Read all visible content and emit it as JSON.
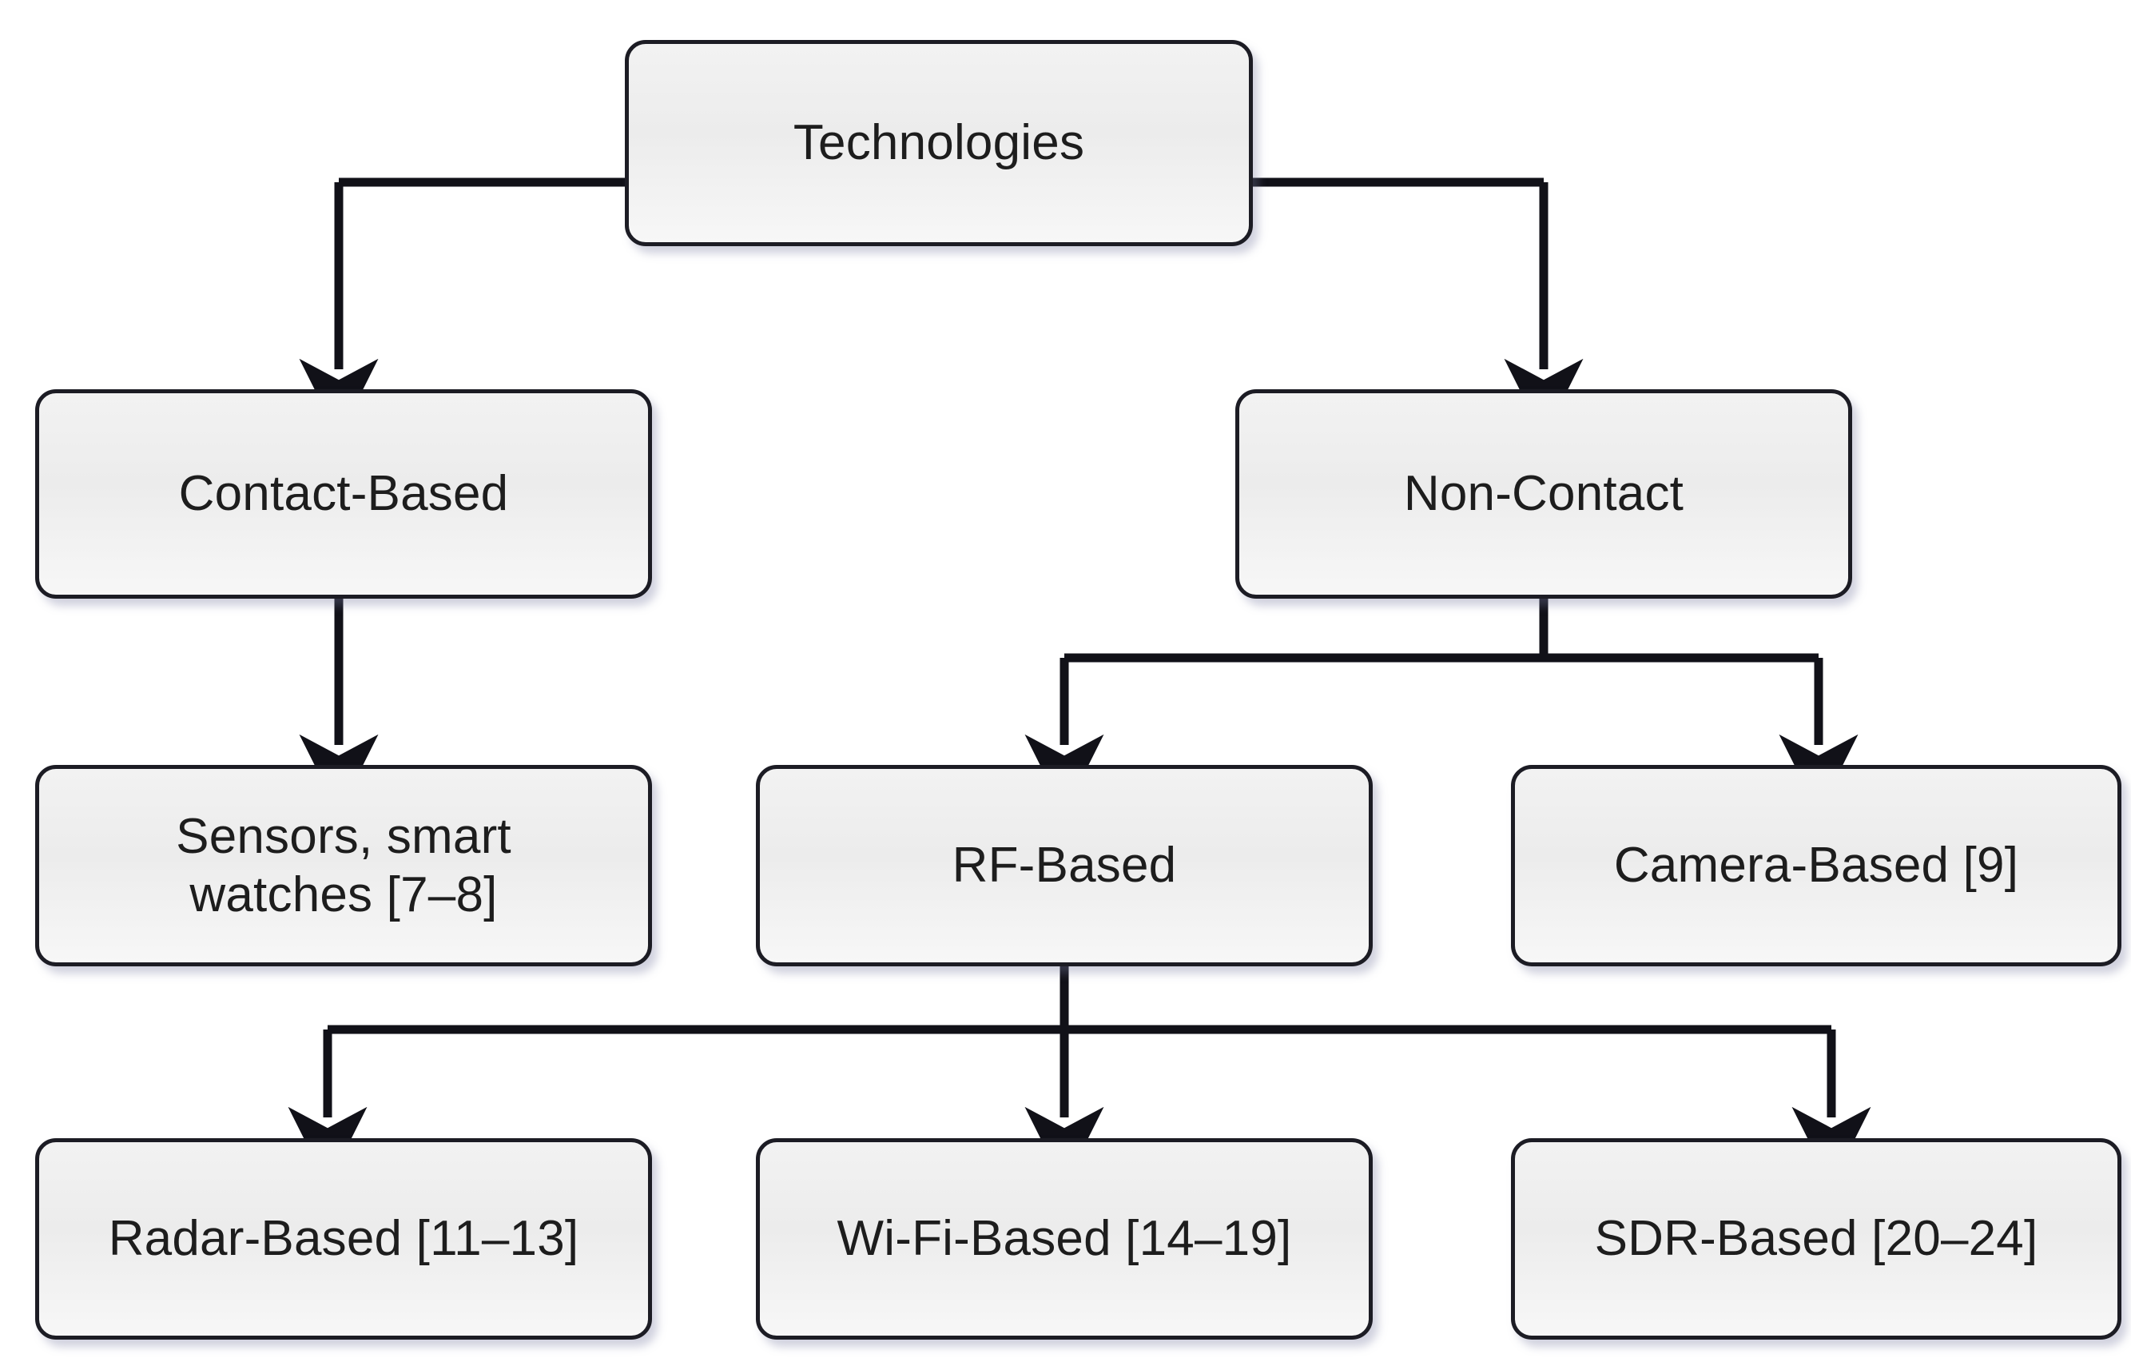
{
  "diagram": {
    "type": "flowchart",
    "orientation": "top-down",
    "background_color": "#ffffff",
    "node_fill_color": "#f1f1f1",
    "node_border_color": "#1c1c24",
    "edge_color": "#111118",
    "text_color": "#1d1d1d",
    "nodes": [
      {
        "id": "technologies",
        "label": "Technologies"
      },
      {
        "id": "contact-based",
        "label": "Contact-Based"
      },
      {
        "id": "non-contact",
        "label": "Non-Contact"
      },
      {
        "id": "sensors-smart-watches",
        "label": "Sensors, smart\nwatches [7–8]"
      },
      {
        "id": "rf-based",
        "label": "RF-Based"
      },
      {
        "id": "camera-based",
        "label": "Camera-Based [9]"
      },
      {
        "id": "radar-based",
        "label": "Radar-Based [11–13]"
      },
      {
        "id": "wifi-based",
        "label": "Wi-Fi-Based [14–19]"
      },
      {
        "id": "sdr-based",
        "label": "SDR-Based [20–24]"
      }
    ],
    "edges": [
      {
        "from": "technologies",
        "to": "contact-based"
      },
      {
        "from": "technologies",
        "to": "non-contact"
      },
      {
        "from": "contact-based",
        "to": "sensors-smart-watches"
      },
      {
        "from": "non-contact",
        "to": "rf-based"
      },
      {
        "from": "non-contact",
        "to": "camera-based"
      },
      {
        "from": "rf-based",
        "to": "radar-based"
      },
      {
        "from": "rf-based",
        "to": "wifi-based"
      },
      {
        "from": "rf-based",
        "to": "sdr-based"
      }
    ]
  }
}
